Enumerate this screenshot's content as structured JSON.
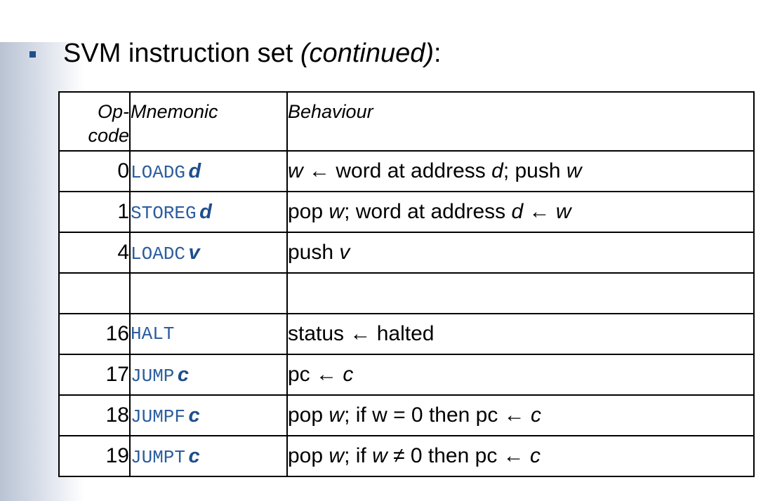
{
  "heading": {
    "main": "SVM instruction set ",
    "italic": "(continued)",
    "suffix": ":"
  },
  "table": {
    "headers": {
      "opcode_line1": "Op-",
      "opcode_line2": "code",
      "mnemonic": "Mnemonic",
      "behaviour": "Behaviour"
    },
    "rows": [
      {
        "opcode": "0",
        "mnemonic": "LOADG",
        "operand": "d",
        "behaviour": [
          {
            "t": "w",
            "i": true
          },
          {
            "t": " ← word at address "
          },
          {
            "t": "d",
            "i": true
          },
          {
            "t": ";  push "
          },
          {
            "t": "w",
            "i": true
          }
        ]
      },
      {
        "opcode": "1",
        "mnemonic": "STOREG",
        "operand": "d",
        "behaviour": [
          {
            "t": "pop "
          },
          {
            "t": "w",
            "i": true
          },
          {
            "t": ";  word at address "
          },
          {
            "t": "d",
            "i": true
          },
          {
            "t": " ← "
          },
          {
            "t": "w",
            "i": true
          }
        ]
      },
      {
        "opcode": "4",
        "mnemonic": "LOADC",
        "operand": "v",
        "behaviour": [
          {
            "t": "push "
          },
          {
            "t": "v",
            "i": true
          }
        ]
      },
      {
        "opcode": "",
        "mnemonic": "",
        "operand": "",
        "behaviour": []
      },
      {
        "opcode": "16",
        "mnemonic": "HALT",
        "operand": "",
        "behaviour": [
          {
            "t": "status ← halted"
          }
        ]
      },
      {
        "opcode": "17",
        "mnemonic": "JUMP",
        "operand": "c",
        "behaviour": [
          {
            "t": "pc ← "
          },
          {
            "t": "c",
            "i": true
          }
        ]
      },
      {
        "opcode": "18",
        "mnemonic": "JUMPF",
        "operand": "c",
        "behaviour": [
          {
            "t": "pop "
          },
          {
            "t": "w",
            "i": true
          },
          {
            "t": ";  if w = 0 then pc ← "
          },
          {
            "t": "c",
            "i": true
          }
        ]
      },
      {
        "opcode": "19",
        "mnemonic": "JUMPT",
        "operand": "c",
        "behaviour": [
          {
            "t": "pop "
          },
          {
            "t": "w",
            "i": true
          },
          {
            "t": ";  if "
          },
          {
            "t": "w",
            "i": true
          },
          {
            "t": " ≠ 0 then pc ← "
          },
          {
            "t": "c",
            "i": true
          }
        ]
      }
    ]
  },
  "colors": {
    "mnemonic": "#2b5d9e",
    "operand": "#1f4e8c",
    "bullet": "#1f4e8c"
  }
}
